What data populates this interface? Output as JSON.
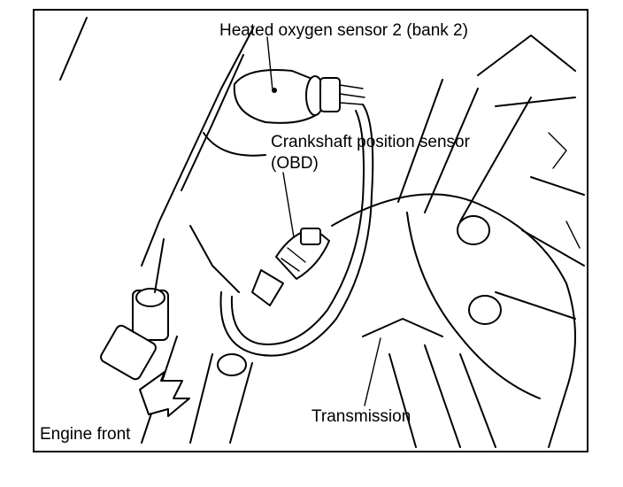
{
  "labels": {
    "o2_sensor": "Heated oxygen sensor 2 (bank 2)",
    "crank_sensor_line1": "Crankshaft position sensor",
    "crank_sensor_line2": "(OBD)",
    "transmission": "Transmission",
    "engine_front": "Engine front"
  }
}
